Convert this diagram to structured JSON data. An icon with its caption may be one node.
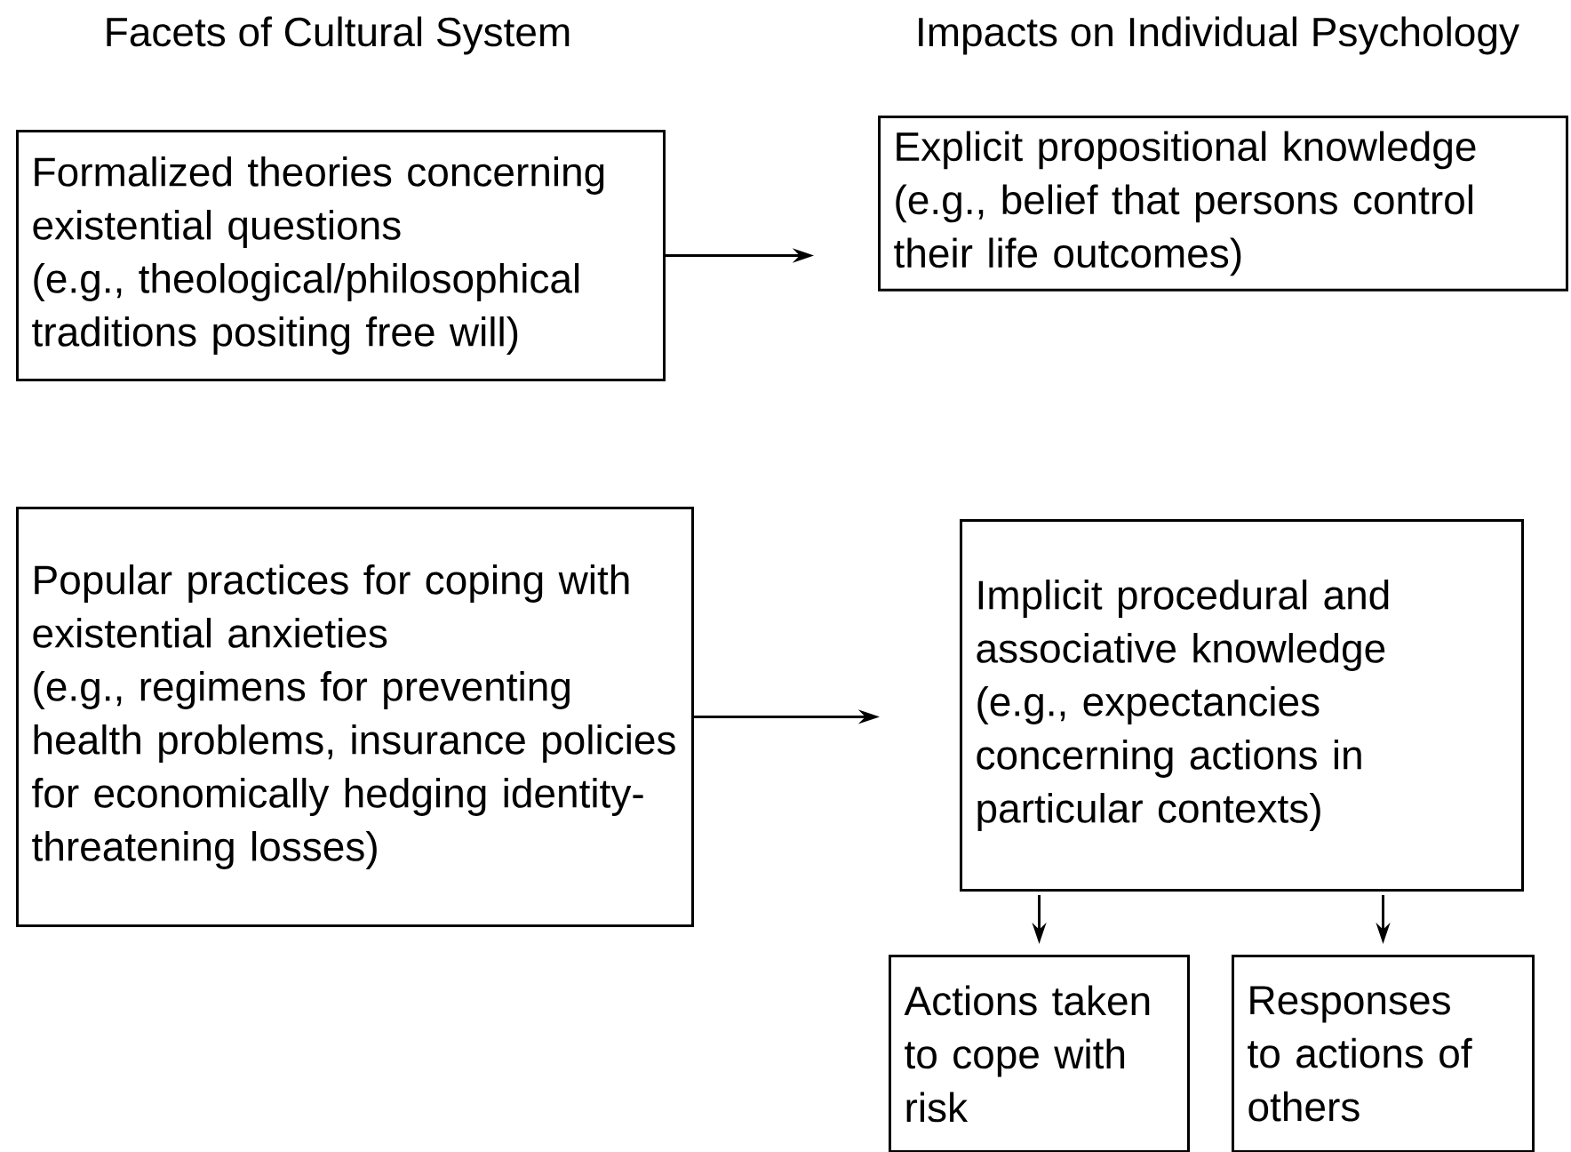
{
  "diagram": {
    "nodes": [
      {
        "text": [
          "Formalized theories concerning existential questions",
          "(e.g., theological/philosophical traditions positing free will)"
        ]
      },
      {
        "text": [
          "Explicit propositional knowledge",
          "(e.g., belief that persons control their life outcomes)"
        ]
      },
      {
        "text": [
          "Popular practices for coping with existential anxieties",
          "(e.g., regimens for preventing health problems, insurance policies for economically hedging identity-threatening losses)"
        ]
      },
      {
        "text": [
          "Implicit procedural and associative knowledge",
          "(e.g., expectancies concerning actions in particular contexts)"
        ]
      },
      {
        "text": [
          "Actions taken to cope with risk"
        ]
      },
      {
        "text": [
          "Responses to actions of others"
        ]
      }
    ],
    "edges": [
      {
        "from": 0,
        "to": 1,
        "arrow": "to"
      },
      {
        "from": 2,
        "to": 3,
        "arrow": "to"
      },
      {
        "from": 3,
        "to": 4,
        "arrow": "to"
      },
      {
        "from": 3,
        "to": 5,
        "arrow": "to"
      }
    ],
    "labels": [
      "Facets of Cultural System",
      "Impacts on Individual Psychology"
    ]
  }
}
